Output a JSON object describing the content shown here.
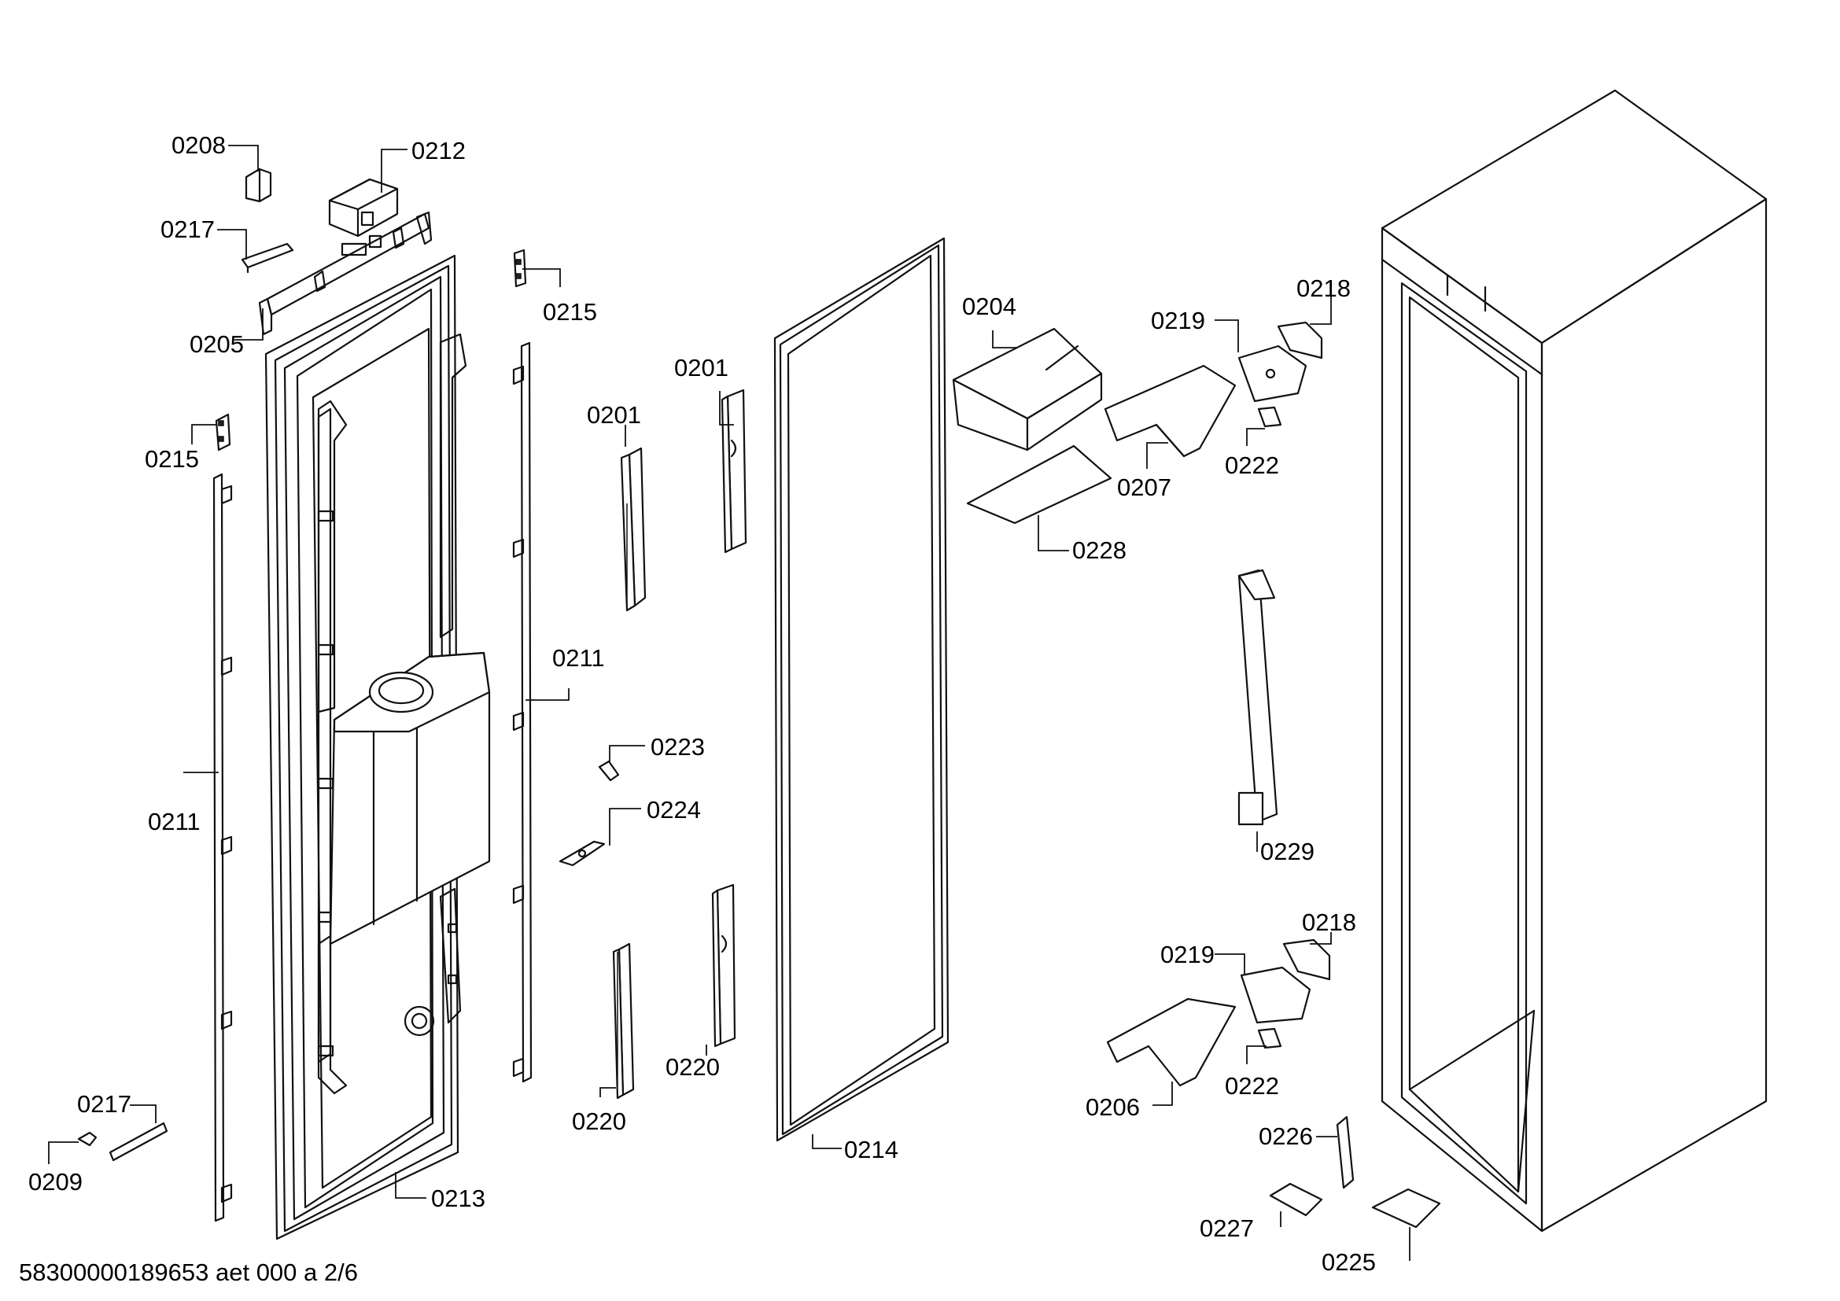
{
  "labels": {
    "l0208": "0208",
    "l0212": "0212",
    "l0217a": "0217",
    "l0205": "0205",
    "l0215a": "0215",
    "l0215b": "0215",
    "l0211a": "0211",
    "l0211b": "0211",
    "l0213": "0213",
    "l0217b": "0217",
    "l0209": "0209",
    "l0201a": "0201",
    "l0201b": "0201",
    "l0223": "0223",
    "l0224": "0224",
    "l0220a": "0220",
    "l0220b": "0220",
    "l0214": "0214",
    "l0204": "0204",
    "l0228": "0228",
    "l0219a": "0219",
    "l0218a": "0218",
    "l0207": "0207",
    "l0222a": "0222",
    "l0229": "0229",
    "l0219b": "0219",
    "l0218b": "0218",
    "l0222b": "0222",
    "l0206": "0206",
    "l0226": "0226",
    "l0227": "0227",
    "l0225": "0225"
  },
  "footer": "58300000189653 aet 000 a 2/6"
}
